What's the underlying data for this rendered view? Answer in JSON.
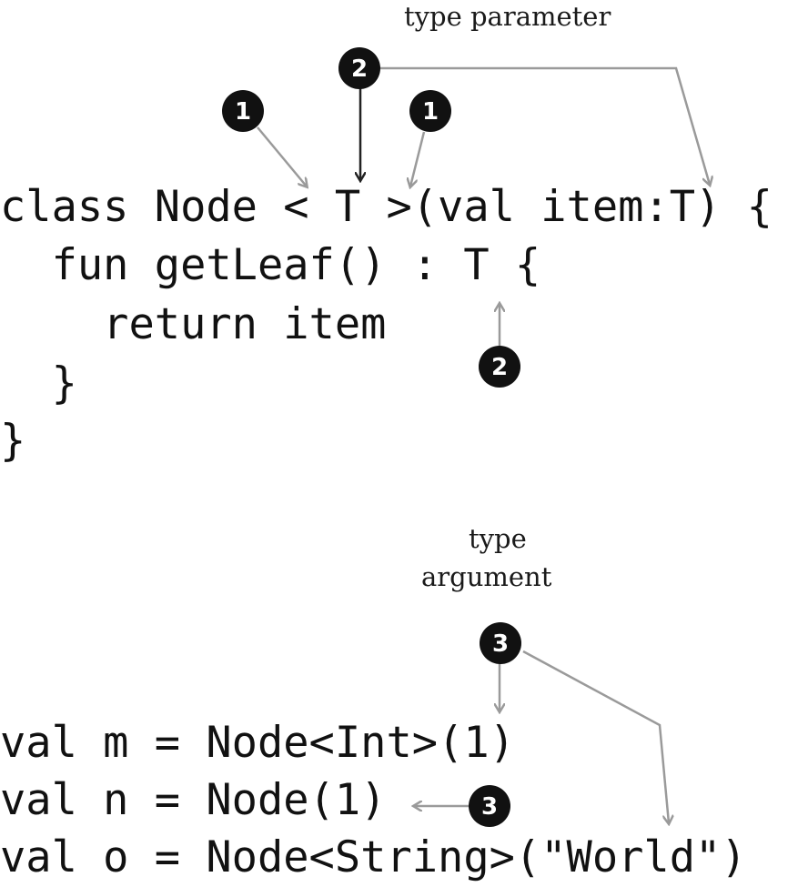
{
  "labels": {
    "type_parameter": "type parameter",
    "type_argument_line1": "type",
    "type_argument_line2": "argument"
  },
  "class_code": [
    "class Node < T >(val item:T) {",
    "  fun getLeaf() : T {",
    "    return item",
    "  }",
    "}"
  ],
  "usage_code": [
    "val m = Node<Int>(1)",
    "val n = Node(1)",
    "val o = Node<String>(\"World\")"
  ],
  "badges": {
    "b1a": "1",
    "b1b": "1",
    "b2a": "2",
    "b2b": "2",
    "b3a": "3",
    "b3b": "3"
  },
  "colors": {
    "badge": "#111111",
    "arrow_gray": "#9a9a9a",
    "arrow_dark": "#222222"
  }
}
